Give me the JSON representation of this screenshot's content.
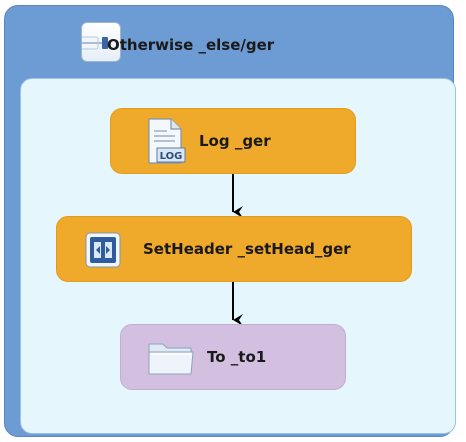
{
  "container": {
    "title": "Otherwise _else/ger",
    "icon": "otherwise-branch-icon"
  },
  "nodes": [
    {
      "id": "log",
      "label": "Log _ger",
      "icon": "log-document-icon",
      "icon_text": "LOG",
      "color": "#f0aa2b"
    },
    {
      "id": "setheader",
      "label": "SetHeader _setHead_ger",
      "icon": "set-header-icon",
      "color": "#f0aa2b"
    },
    {
      "id": "to",
      "label": "To _to1",
      "icon": "folder-icon",
      "color": "#d3c0e1"
    }
  ],
  "colors": {
    "container": "#6d9bd3",
    "inner": "#e5f6fd",
    "processor": "#f0aa2b",
    "endpoint": "#d3c0e1"
  }
}
